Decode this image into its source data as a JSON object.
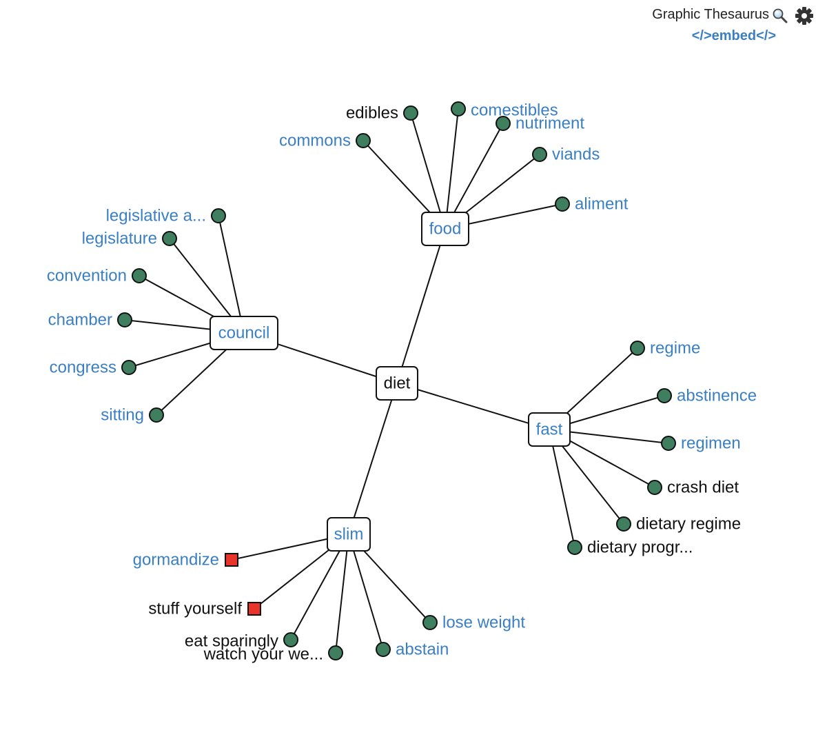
{
  "header": {
    "brand": "Graphic Thesaurus",
    "embed_label": "</>embed</>",
    "search_icon": "magnifier-icon",
    "settings_icon": "gear-icon"
  },
  "colors": {
    "link_blue": "#3a7fc4",
    "dot_green": "#3f7f5f",
    "antonym_red": "#e8342a"
  },
  "graph": {
    "root": "diet",
    "hubs": [
      {
        "id": "food",
        "label": "food",
        "color": "blue"
      },
      {
        "id": "council",
        "label": "council",
        "color": "blue"
      },
      {
        "id": "fast",
        "label": "fast",
        "color": "blue"
      },
      {
        "id": "slim",
        "label": "slim",
        "color": "blue"
      }
    ],
    "leaves": [
      {
        "hub": "food",
        "label": "edibles",
        "color": "black",
        "marker": "dot"
      },
      {
        "hub": "food",
        "label": "comestibles",
        "color": "blue",
        "marker": "dot"
      },
      {
        "hub": "food",
        "label": "nutriment",
        "color": "blue",
        "marker": "dot"
      },
      {
        "hub": "food",
        "label": "commons",
        "color": "blue",
        "marker": "dot"
      },
      {
        "hub": "food",
        "label": "viands",
        "color": "blue",
        "marker": "dot"
      },
      {
        "hub": "food",
        "label": "aliment",
        "color": "blue",
        "marker": "dot"
      },
      {
        "hub": "council",
        "label": "legislative a...",
        "color": "blue",
        "marker": "dot"
      },
      {
        "hub": "council",
        "label": "legislature",
        "color": "blue",
        "marker": "dot"
      },
      {
        "hub": "council",
        "label": "convention",
        "color": "blue",
        "marker": "dot"
      },
      {
        "hub": "council",
        "label": "chamber",
        "color": "blue",
        "marker": "dot"
      },
      {
        "hub": "council",
        "label": "congress",
        "color": "blue",
        "marker": "dot"
      },
      {
        "hub": "council",
        "label": "sitting",
        "color": "blue",
        "marker": "dot"
      },
      {
        "hub": "fast",
        "label": "regime",
        "color": "blue",
        "marker": "dot"
      },
      {
        "hub": "fast",
        "label": "abstinence",
        "color": "blue",
        "marker": "dot"
      },
      {
        "hub": "fast",
        "label": "regimen",
        "color": "blue",
        "marker": "dot"
      },
      {
        "hub": "fast",
        "label": "crash diet",
        "color": "black",
        "marker": "dot"
      },
      {
        "hub": "fast",
        "label": "dietary regime",
        "color": "black",
        "marker": "dot"
      },
      {
        "hub": "fast",
        "label": "dietary progr...",
        "color": "black",
        "marker": "dot"
      },
      {
        "hub": "slim",
        "label": "gormandize",
        "color": "blue",
        "marker": "square"
      },
      {
        "hub": "slim",
        "label": "stuff yourself",
        "color": "black",
        "marker": "square"
      },
      {
        "hub": "slim",
        "label": "eat sparingly",
        "color": "black",
        "marker": "dot"
      },
      {
        "hub": "slim",
        "label": "watch your we...",
        "color": "black",
        "marker": "dot"
      },
      {
        "hub": "slim",
        "label": "abstain",
        "color": "blue",
        "marker": "dot"
      },
      {
        "hub": "slim",
        "label": "lose weight",
        "color": "blue",
        "marker": "dot"
      }
    ]
  }
}
